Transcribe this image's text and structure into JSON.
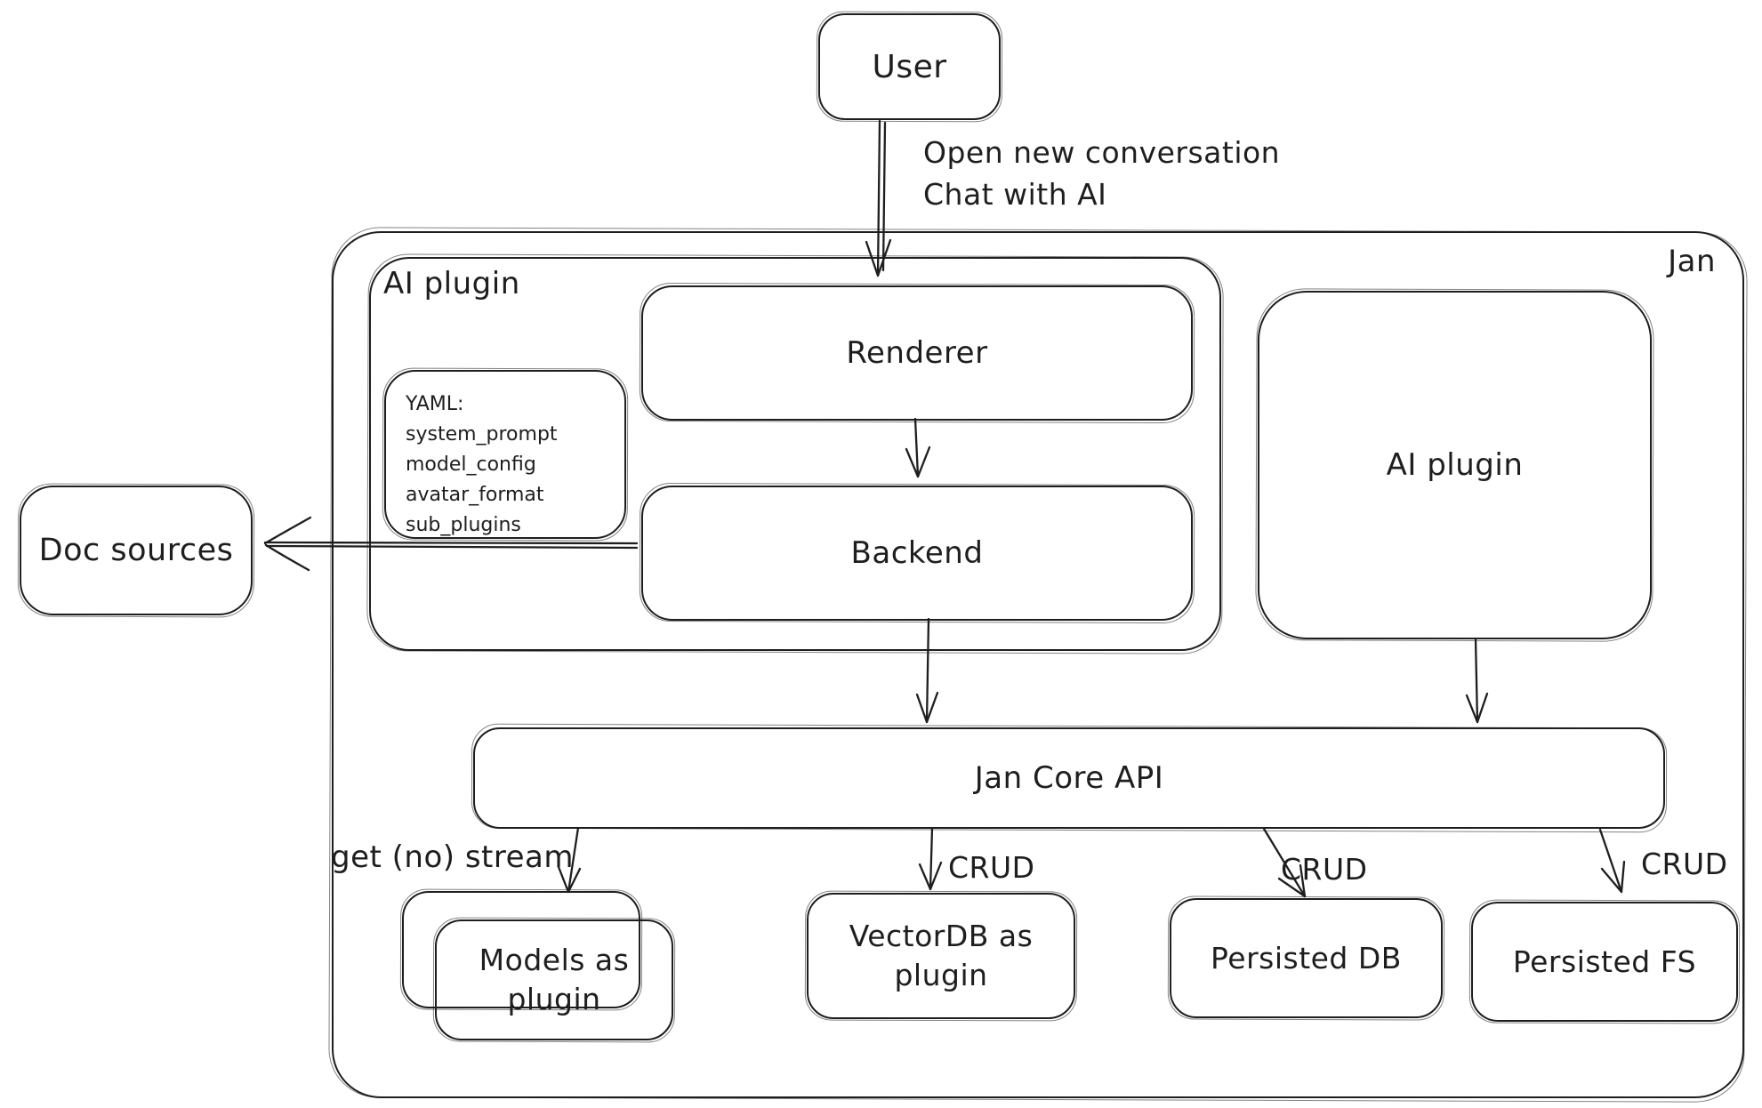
{
  "colors": {
    "ink": "#1e1e1e",
    "background": "#ffffff"
  },
  "nodes": {
    "user": "User",
    "jan_container": "Jan",
    "ai_plugin_left": "AI plugin",
    "yaml_note": [
      "YAML:",
      "system_prompt",
      "model_config",
      "avatar_format",
      "sub_plugins"
    ],
    "renderer": "Renderer",
    "backend": "Backend",
    "doc_sources": "Doc sources",
    "ai_plugin_right": "AI plugin",
    "jan_core_api": "Jan Core API",
    "models_plugin": "Models as plugin",
    "vectordb_plugin": "VectorDB as plugin",
    "persisted_db": "Persisted DB",
    "persisted_fs": "Persisted FS"
  },
  "edge_labels": {
    "user_to_renderer": "Open new conversation\nChat with AI",
    "api_to_models": "get (no) stream",
    "api_to_vectordb": "CRUD",
    "api_to_persisted_db": "CRUD",
    "api_to_persisted_fs": "CRUD"
  }
}
